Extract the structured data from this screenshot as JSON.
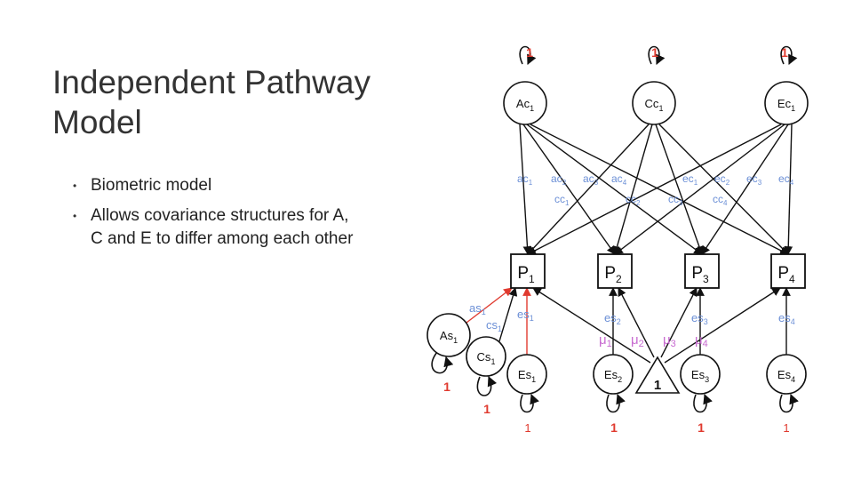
{
  "slide": {
    "title_line1": "Independent Pathway",
    "title_line2": "Model",
    "bullets": [
      {
        "text": "Biometric model"
      },
      {
        "text": "Allows covariance structures for A,",
        "text2": "C and E to differ among each other"
      }
    ]
  },
  "diagram": {
    "colors": {
      "path_label": "#6b8fd6",
      "mean_label": "#c76ad0",
      "highlight": "#e03a2f",
      "line": "#111111"
    },
    "common_factors": [
      {
        "id": "A",
        "label": "Ac",
        "sub": "1",
        "variance": "1"
      },
      {
        "id": "C",
        "label": "Cc",
        "sub": "1",
        "variance": "1"
      },
      {
        "id": "E",
        "label": "Ec",
        "sub": "1",
        "variance": "1"
      }
    ],
    "phenotypes": [
      {
        "label": "P",
        "sub": "1"
      },
      {
        "label": "P",
        "sub": "2"
      },
      {
        "label": "P",
        "sub": "3"
      },
      {
        "label": "P",
        "sub": "4"
      }
    ],
    "common_paths": {
      "a": [
        {
          "t": "ac",
          "s": "1"
        },
        {
          "t": "ac",
          "s": "2"
        },
        {
          "t": "ac",
          "s": "3"
        },
        {
          "t": "ac",
          "s": "4"
        }
      ],
      "c": [
        {
          "t": "cc",
          "s": "1"
        },
        {
          "t": "cc",
          "s": "2"
        },
        {
          "t": "cc",
          "s": "3"
        },
        {
          "t": "cc",
          "s": "4"
        }
      ],
      "e": [
        {
          "t": "ec",
          "s": "1"
        },
        {
          "t": "ec",
          "s": "2"
        },
        {
          "t": "ec",
          "s": "3"
        },
        {
          "t": "ec",
          "s": "4"
        }
      ]
    },
    "specific_factors": {
      "As": {
        "label": "As",
        "sub": "1",
        "variance": "1"
      },
      "Cs": {
        "label": "Cs",
        "sub": "1",
        "variance": "1"
      },
      "Es": [
        {
          "label": "Es",
          "sub": "1",
          "variance": "1"
        },
        {
          "label": "Es",
          "sub": "2",
          "variance": "1"
        },
        {
          "label": "Es",
          "sub": "3",
          "variance": "1"
        },
        {
          "label": "Es",
          "sub": "4",
          "variance": "1"
        }
      ]
    },
    "specific_paths": {
      "as1": {
        "t": "as",
        "s": "1"
      },
      "cs1": {
        "t": "cs",
        "s": "1"
      },
      "es": [
        {
          "t": "es",
          "s": "1"
        },
        {
          "t": "es",
          "s": "2"
        },
        {
          "t": "es",
          "s": "3"
        },
        {
          "t": "es",
          "s": "4"
        }
      ]
    },
    "means": [
      {
        "t": "μ",
        "s": "1"
      },
      {
        "t": "μ",
        "s": "2"
      },
      {
        "t": "μ",
        "s": "3"
      },
      {
        "t": "μ",
        "s": "4"
      }
    ],
    "constant": {
      "value": "1"
    }
  }
}
